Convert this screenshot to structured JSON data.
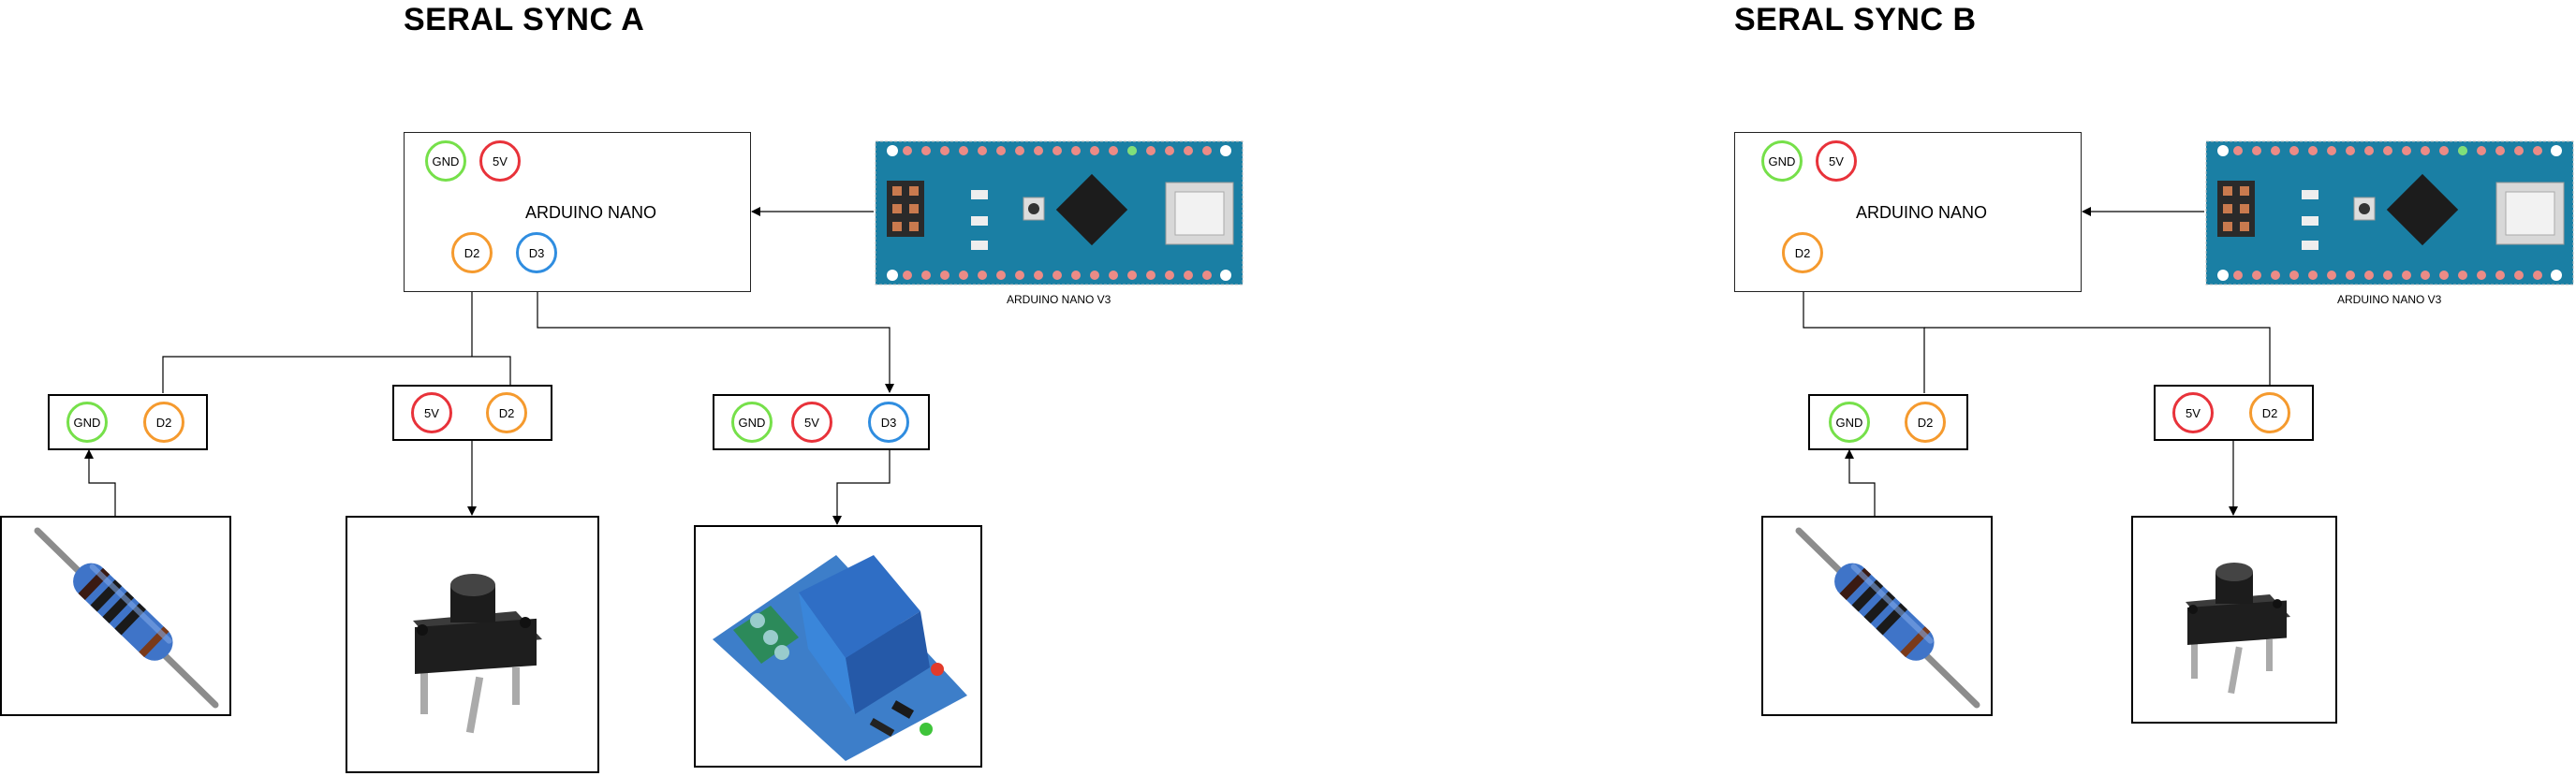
{
  "sections": {
    "a": {
      "title": "SERAL SYNC A",
      "controller_label": "ARDUINO NANO",
      "board_caption": "ARDUINO NANO V3",
      "pins": {
        "gnd": "GND",
        "v5": "5V",
        "d2": "D2",
        "d3": "D3"
      },
      "resistor_pins": [
        "GND",
        "D2"
      ],
      "button_pins": [
        "5V",
        "D2"
      ],
      "relay_pins": [
        "GND",
        "5V",
        "D3"
      ]
    },
    "b": {
      "title": "SERAL SYNC B",
      "controller_label": "ARDUINO NANO",
      "board_caption": "ARDUINO NANO V3",
      "pins": {
        "gnd": "GND",
        "v5": "5V",
        "d2": "D2"
      },
      "resistor_pins": [
        "GND",
        "D2"
      ],
      "button_pins": [
        "5V",
        "D2"
      ]
    }
  },
  "colors": {
    "gnd": "#76e04a",
    "v5": "#e8323a",
    "d2": "#f59a2e",
    "d3": "#2f8de0",
    "board": "#1a7fa4",
    "resistor": "#3f74c8",
    "relay": "#3d7ec9"
  },
  "icons": [
    "arduino-nano-board-image",
    "resistor-image",
    "push-button-image",
    "relay-module-image"
  ]
}
